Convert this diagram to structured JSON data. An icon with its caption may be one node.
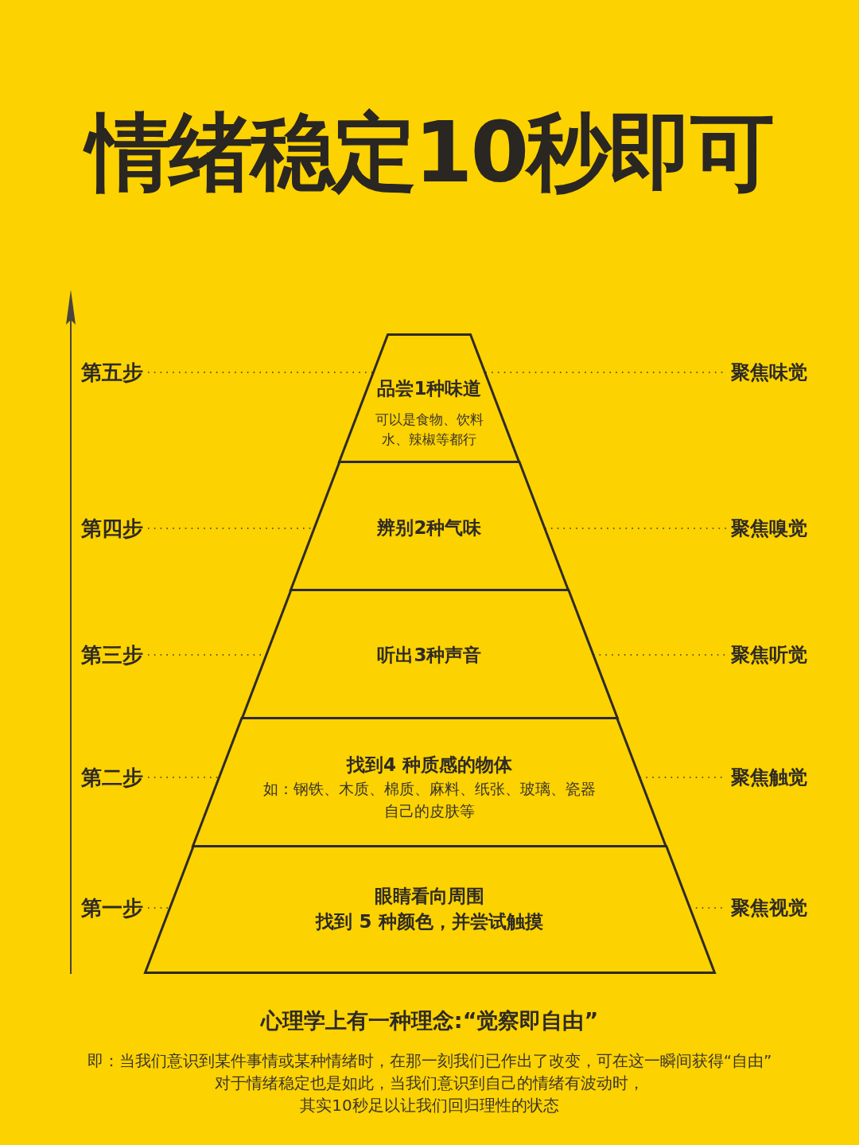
{
  "diagram": {
    "title": "情绪稳定10秒即可",
    "nodes": [
      {
        "text": [
          "第五步"
        ]
      },
      {
        "text": [
          "品尝1种味道",
          "可以是食物、饮料水、辣椒等都行"
        ]
      },
      {
        "text": [
          "聚焦味觉"
        ]
      },
      {
        "text": [
          "第四步"
        ]
      },
      {
        "text": [
          "辨别2种气味"
        ]
      },
      {
        "text": [
          "聚焦嗅觉"
        ]
      },
      {
        "text": [
          "第三步"
        ]
      },
      {
        "text": [
          "听出3种声音"
        ]
      },
      {
        "text": [
          "聚焦听觉"
        ]
      },
      {
        "text": [
          "第二步"
        ]
      },
      {
        "text": [
          "找到4 种质感的物体",
          "如：钢铁、木质、棉质、麻料、纸张、玻璃、瓷器自己的皮肤等"
        ]
      },
      {
        "text": [
          "聚焦触觉"
        ]
      },
      {
        "text": [
          "第一步"
        ]
      },
      {
        "text": [
          "眼睛看向周围",
          "找到 5 种颜色，并尝试触摸"
        ]
      },
      {
        "text": [
          "聚焦视觉"
        ]
      }
    ],
    "edges": [
      {
        "from": 0,
        "to": 1,
        "arrow": "none",
        "style": "dashed"
      },
      {
        "from": 1,
        "to": 2,
        "arrow": "none",
        "style": "dashed"
      },
      {
        "from": 3,
        "to": 4,
        "arrow": "none",
        "style": "dashed"
      },
      {
        "from": 4,
        "to": 5,
        "arrow": "none",
        "style": "dashed"
      },
      {
        "from": 6,
        "to": 7,
        "arrow": "none",
        "style": "dashed"
      },
      {
        "from": 7,
        "to": 8,
        "arrow": "none",
        "style": "dashed"
      },
      {
        "from": 9,
        "to": 10,
        "arrow": "none",
        "style": "dashed"
      },
      {
        "from": 10,
        "to": 11,
        "arrow": "none",
        "style": "dashed"
      },
      {
        "from": 12,
        "to": 13,
        "arrow": "none",
        "style": "dashed"
      },
      {
        "from": 13,
        "to": 14,
        "arrow": "none",
        "style": "dashed"
      }
    ],
    "labels": [
      "心理学上有一种理念:“觉察即自由”",
      "即：当我们意识到某件事情或某种情绪时，在那一刻我们已作出了改变，可在这一瞬间获得“自由”",
      "对于情绪稳定也是如此，当我们意识到自己的情绪有波动时，",
      "其实10秒足以让我们回归理性的状态"
    ]
  }
}
